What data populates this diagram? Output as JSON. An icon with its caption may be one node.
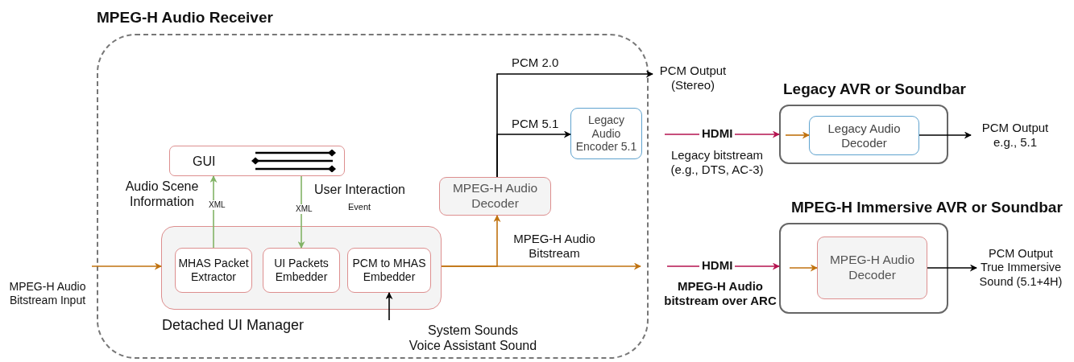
{
  "diagram": {
    "nodes": [
      {
        "text": [
          "MPEG-H Audio Receiver"
        ]
      },
      {
        "text": [
          "Detached UI Manager"
        ],
        "in": 0
      },
      {
        "text": [
          "MHAS Packet Extractor"
        ],
        "in": 1
      },
      {
        "text": [
          "UI Packets Embedder"
        ],
        "in": 1
      },
      {
        "text": [
          "PCM to MHAS Embedder"
        ],
        "in": 1
      },
      {
        "text": [
          "GUI"
        ],
        "in": 0
      },
      {
        "text": [
          "MPEG-H Audio Decoder"
        ],
        "in": 0
      },
      {
        "text": [
          "Legacy Audio Encoder 5.1"
        ],
        "in": 0
      },
      {
        "text": [
          "MPEG-H Audio Bitstream Input"
        ]
      },
      {
        "text": [
          "PCM Output (Stereo)"
        ]
      },
      {
        "text": [
          "System Sounds",
          "Voice Assistant Sound"
        ],
        "in": 0
      },
      {
        "text": [
          "Legacy AVR or Soundbar"
        ]
      },
      {
        "text": [
          "Legacy Audio Decoder"
        ],
        "in": 11
      },
      {
        "text": [
          "PCM Output e.g., 5.1"
        ]
      },
      {
        "text": [
          "MPEG-H Immersive AVR or Soundbar"
        ]
      },
      {
        "text": [
          "MPEG-H Audio Decoder"
        ],
        "in": 14
      },
      {
        "text": [
          "PCM Output True Immersive Sound (5.1+4H)"
        ]
      }
    ],
    "edges": [
      {
        "from": 8,
        "to": 1,
        "arrow": "to",
        "color": "#c0720f"
      },
      {
        "from": 2,
        "to": 5,
        "arrow": "to",
        "label": "XML",
        "color": "#82b366"
      },
      {
        "from": 5,
        "to": 3,
        "arrow": "to",
        "label": "XML",
        "color": "#82b366"
      },
      {
        "from": 1,
        "to": 6,
        "arrow": "to",
        "label": "MPEG-H Audio Bitstream",
        "color": "#c0720f"
      },
      {
        "from": 1,
        "to": null,
        "arrow": "to",
        "color": "#c0720f"
      },
      {
        "from": 6,
        "to": 9,
        "arrow": "to",
        "label": "PCM 2.0",
        "color": "#000000"
      },
      {
        "from": 6,
        "to": 7,
        "arrow": "to",
        "label": "PCM 5.1",
        "color": "#000000"
      },
      {
        "from": 10,
        "to": 4,
        "arrow": "to",
        "color": "#000000"
      },
      {
        "from": null,
        "to": 11,
        "arrow": "to",
        "label": "HDMI",
        "color": "#b5134f"
      },
      {
        "from": null,
        "to": 14,
        "arrow": "to",
        "label": "HDMI",
        "color": "#b5134f"
      },
      {
        "from": null,
        "to": 12,
        "arrow": "to",
        "color": "#c0720f"
      },
      {
        "from": null,
        "to": 15,
        "arrow": "to",
        "color": "#c0720f"
      },
      {
        "from": 12,
        "to": 13,
        "arrow": "to",
        "color": "#000000"
      },
      {
        "from": 15,
        "to": 16,
        "arrow": "to",
        "color": "#000000"
      }
    ],
    "labels": [
      "Audio Scene Information",
      "User Interaction",
      "Event",
      "Legacy bitstream (e.g., DTS, AC-3)",
      "MPEG-H Audio bitstream over ARC"
    ]
  }
}
